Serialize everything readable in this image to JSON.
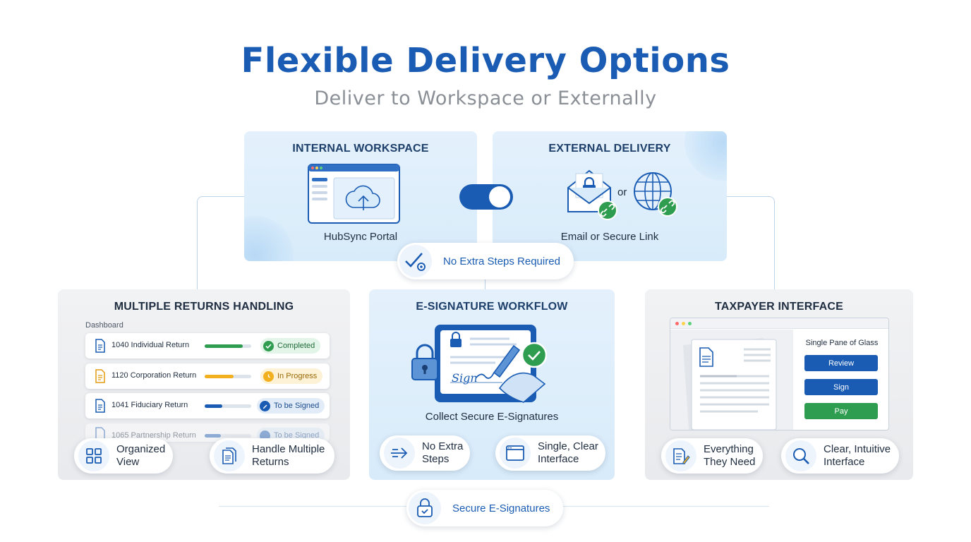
{
  "header": {
    "title": "Flexible Delivery Options",
    "subtitle": "Deliver to Workspace or Externally"
  },
  "internal": {
    "heading": "INTERNAL WORKSPACE",
    "caption": "HubSync Portal",
    "icon": "browser-cloud-upload-icon"
  },
  "toggle": {
    "state": "on",
    "icon": "toggle-switch-icon"
  },
  "external": {
    "heading": "EXTERNAL DELIVERY",
    "or_text": "or",
    "caption": "Email or Secure Link",
    "icons": [
      "envelope-lock-icon",
      "globe-link-icon"
    ]
  },
  "no_extra": {
    "label": "No Extra Steps Required",
    "icon": "check-gear-icon"
  },
  "multiple_returns": {
    "heading": "MULTIPLE RETURNS HANDLING",
    "dashboard_label": "Dashboard",
    "rows": [
      {
        "name": "1040 Individual Return",
        "progress": 0.82,
        "status": "Completed",
        "color": "#2e9d4f"
      },
      {
        "name": "1120 Corporation Return",
        "progress": 0.62,
        "status": "In Progress",
        "color": "#f2b01e"
      },
      {
        "name": "1041 Fiduciary Return",
        "progress": 0.38,
        "status": "To be Signed",
        "color": "#1a5cb3"
      },
      {
        "name": "1065 Partnership Return",
        "progress": 0.35,
        "status": "To be Signed",
        "color": "#1a5cb3"
      }
    ],
    "features": [
      {
        "label_1": "Organized",
        "label_2": "View",
        "icon": "grid-icon"
      },
      {
        "label_1": "Handle Multiple",
        "label_2": "Returns",
        "icon": "documents-icon"
      }
    ]
  },
  "esign": {
    "heading": "E-SIGNATURE WORKFLOW",
    "caption": "Collect Secure E-Signatures",
    "illustration_text": "Sign",
    "features": [
      {
        "label_1": "No Extra",
        "label_2": "Steps",
        "icon": "arrow-right-icon"
      },
      {
        "label_1": "Single, Clear",
        "label_2": "Interface",
        "icon": "window-icon"
      }
    ]
  },
  "taxpayer": {
    "heading": "TAXPAYER INTERFACE",
    "pane_title": "Single Pane of Glass",
    "buttons": [
      {
        "label": "Review",
        "color": "#1a5cb3"
      },
      {
        "label": "Sign",
        "color": "#1a5cb3"
      },
      {
        "label": "Pay",
        "color": "#2e9d4f"
      }
    ],
    "features": [
      {
        "label_1": "Everything",
        "label_2": "They Need",
        "icon": "document-pencil-icon"
      },
      {
        "label_1": "Clear, Intuitive",
        "label_2": "Interface",
        "icon": "magnifier-icon"
      }
    ]
  },
  "secure": {
    "label": "Secure E-Signatures",
    "icon": "padlock-check-icon"
  },
  "colors": {
    "brand_blue": "#1a5cb3",
    "green": "#2e9d4f",
    "amber": "#f2b01e"
  }
}
